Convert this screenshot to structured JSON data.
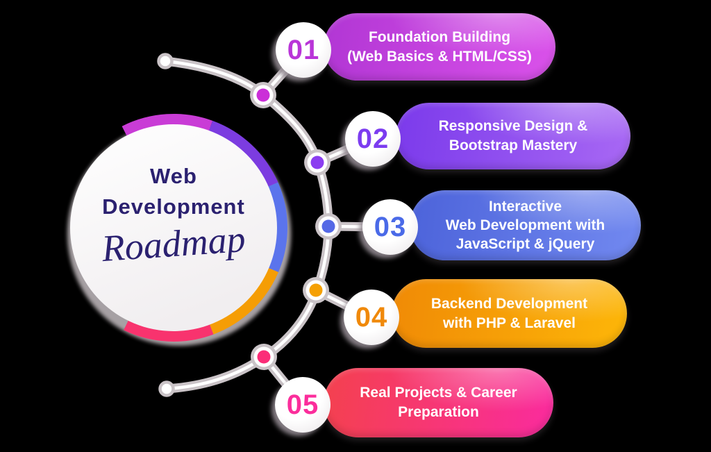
{
  "title": {
    "word1": "Web",
    "word2": "Development",
    "script": "Roadmap",
    "text_color": "#2b2170"
  },
  "connector": {
    "tube_color": "#cac3c7",
    "core_color": "#ffffff"
  },
  "ring_segments": [
    {
      "name": "magenta",
      "color": "#c93cd6"
    },
    {
      "name": "purple",
      "color": "#7c3ce0"
    },
    {
      "name": "blue",
      "color": "#5b74ec"
    },
    {
      "name": "orange",
      "color": "#f59d05"
    },
    {
      "name": "pink",
      "color": "#f8336e"
    }
  ],
  "items": [
    {
      "number": "01",
      "lines": [
        "Foundation Building",
        "(Web Basics & HTML/CSS)"
      ],
      "colors": {
        "gradient_from": "#b136d4",
        "gradient_to": "#da52ea",
        "number": "#b935d8",
        "node": "#cb2fd8"
      }
    },
    {
      "number": "02",
      "lines": [
        "Responsive Design &",
        "Bootstrap Mastery"
      ],
      "colors": {
        "gradient_from": "#7b3aeb",
        "gradient_to": "#a868f4",
        "number": "#7c3cf0",
        "node": "#8b3df0"
      }
    },
    {
      "number": "03",
      "lines": [
        "Interactive",
        "Web Development with",
        "JavaScript & jQuery"
      ],
      "colors": {
        "gradient_from": "#4c63da",
        "gradient_to": "#7289f0",
        "number": "#4a6ae8",
        "node": "#5569e6"
      }
    },
    {
      "number": "04",
      "lines": [
        "Backend Development",
        "with PHP & Laravel"
      ],
      "colors": {
        "gradient_from": "#f08a06",
        "gradient_to": "#fdb608",
        "number": "#f0890a",
        "node": "#f5a004"
      }
    },
    {
      "number": "05",
      "lines": [
        "Real Projects & Career",
        "Preparation"
      ],
      "colors": {
        "gradient_from": "#f4414e",
        "gradient_to": "#fa2b9e",
        "number": "#fb2d9b",
        "node": "#fb2d78"
      }
    }
  ]
}
